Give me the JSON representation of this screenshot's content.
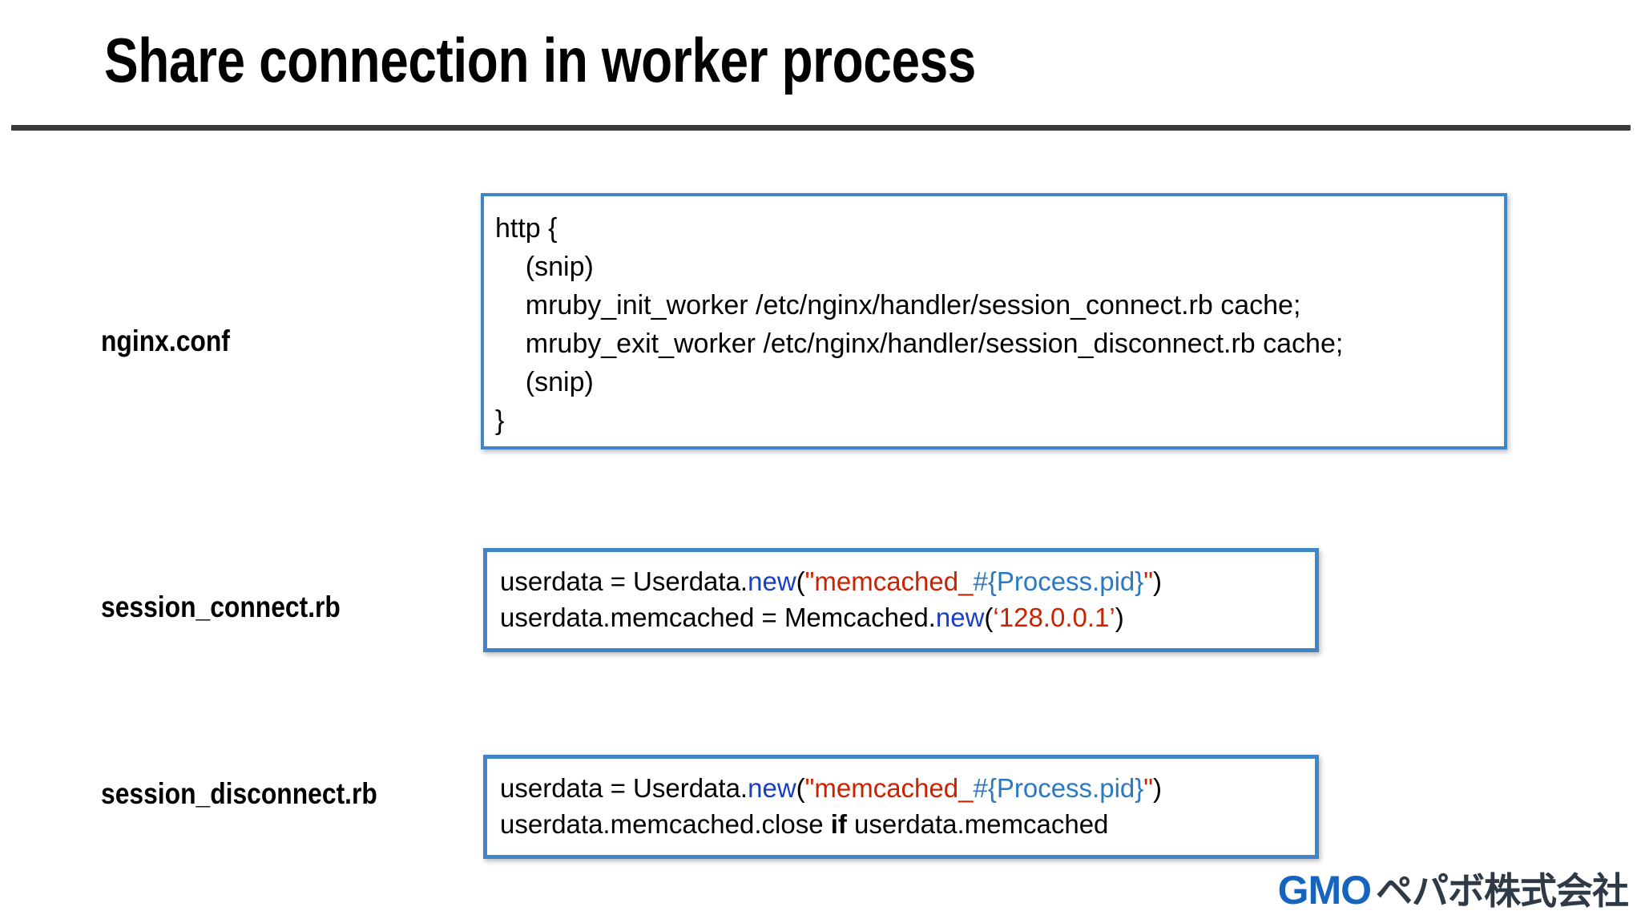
{
  "slide": {
    "title": "Share connection in worker process"
  },
  "rows": [
    {
      "label": "nginx.conf",
      "box_id": "box-nginx",
      "lines": [
        "http {",
        "    (snip)",
        "    mruby_init_worker /etc/nginx/handler/session_connect.rb cache;",
        "    mruby_exit_worker /etc/nginx/handler/session_disconnect.rb cache;",
        "    (snip)",
        "}"
      ]
    },
    {
      "label": "session_connect.rb",
      "box_id": "box-connect",
      "lines": [
        "userdata = Userdata.new(\"memcached_#{Process.pid}\")",
        "userdata.memcached = Memcached.new(‘128.0.0.1’)"
      ]
    },
    {
      "label": "session_disconnect.rb",
      "box_id": "box-disconnect",
      "lines": [
        "userdata = Userdata.new(\"memcached_#{Process.pid}\")",
        "userdata.memcached.close if userdata.memcached"
      ]
    }
  ],
  "code": {
    "nginx": {
      "l1": "http {",
      "l2": "    (snip)",
      "l3": "    mruby_init_worker /etc/nginx/handler/session_connect.rb cache;",
      "l4": "    mruby_exit_worker /etc/nginx/handler/session_disconnect.rb cache;",
      "l5": "    (snip)",
      "l6": "}"
    },
    "connect": {
      "l1_a": "userdata = Userdata.",
      "l1_kw": "new",
      "l1_paren_open": "(",
      "l1_str": "\"memcached_",
      "l1_interp": "#{Process.pid}",
      "l1_str_end": "\"",
      "l1_paren_close": ")",
      "l2_a": "userdata.memcached = Memcached.",
      "l2_kw": "new",
      "l2_paren_open": "(",
      "l2_str": "‘128.0.0.1’",
      "l2_paren_close": ")"
    },
    "disconnect": {
      "l1_a": "userdata = Userdata.",
      "l1_kw": "new",
      "l1_paren_open": "(",
      "l1_str": "\"memcached_",
      "l1_interp": "#{Process.pid}",
      "l1_str_end": "\"",
      "l1_paren_close": ")",
      "l2_a": "userdata.memcached.close ",
      "l2_kw_if": "if",
      "l2_b": " userdata.memcached"
    }
  },
  "logo": {
    "brand": "GMO",
    "company": "ペパボ株式会社",
    "brand_color": "#1565c0",
    "company_color": "#2e3a46"
  },
  "colors": {
    "box_border": "#3f86c6",
    "rule": "#3a3a3a",
    "keyword": "#1a3fc4",
    "string": "#cc2200",
    "interpolation": "#2979c4",
    "background": "#ffffff"
  }
}
